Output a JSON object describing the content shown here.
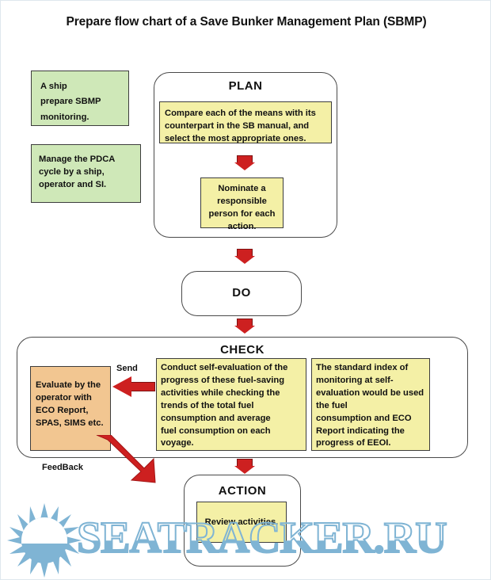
{
  "title": "Prepare flow chart of a Save Bunker Management Plan (SBMP)",
  "notes": [
    {
      "id": "note-ship",
      "text": "A ship\nprepare SBMP\nmonitoring."
    },
    {
      "id": "note-pdca",
      "text": "Manage the PDCA\ncycle by a ship,\noperator and SI."
    }
  ],
  "stages": {
    "plan": {
      "label": "PLAN",
      "boxes": [
        {
          "id": "plan-compare",
          "text": "Compare each of the means with its\ncounterpart in the SB manual, and\nselect the most appropriate ones."
        },
        {
          "id": "plan-nominate",
          "text": "Nominate a\nresponsible\nperson for each\naction."
        }
      ]
    },
    "do": {
      "label": "DO",
      "boxes": []
    },
    "check": {
      "label": "CHECK",
      "boxes": [
        {
          "id": "check-conduct",
          "text": "Conduct self-evaluation of the\nprogress of these fuel-saving\nactivities while checking the\ntrends of the total fuel\nconsumption and average\nfuel consumption on each\nvoyage."
        },
        {
          "id": "check-standard",
          "text": "The standard index of\nmonitoring  at self-\nevaluation would be used\nthe fuel\nconsumption and ECO\nReport indicating the\nprogress of EEOI."
        }
      ],
      "side_box": {
        "id": "check-evaluate",
        "text": "Evaluate by the\noperator with\nECO Report,\nSPAS, SIMS etc."
      }
    },
    "action": {
      "label": "ACTION",
      "boxes": [
        {
          "id": "action-review",
          "text": "Review activities."
        }
      ]
    }
  },
  "connectors": {
    "send_label": "Send",
    "feedback_label": "FeedBack"
  },
  "watermark": {
    "text": "SEATRACKER.RU",
    "logo": "sun-icon"
  },
  "colors": {
    "green": "#cfe8b8",
    "yellow": "#f4f0a6",
    "orange": "#f2c691",
    "arrow_red": "#cd2020",
    "watermark_blue": "#7fb4d4",
    "outline": "#4a4a4a"
  }
}
